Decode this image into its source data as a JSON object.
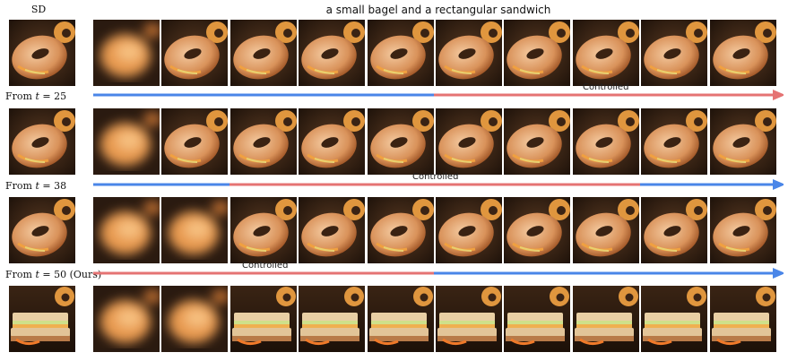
{
  "header": {
    "sd_label": "SD",
    "prompt_title": "a small bagel and a rectangular sandwich"
  },
  "rows": [
    {
      "label_prefix": "",
      "label_var": "",
      "label_suffix": "",
      "controlled_label": "",
      "frames": [
        "blur",
        "bagel",
        "bagel",
        "bagel",
        "bagel",
        "bagel",
        "bagel",
        "bagel",
        "bagel",
        "bagel"
      ]
    },
    {
      "label_prefix": "From ",
      "label_var": "t",
      "label_suffix": " = 25",
      "controlled_label": "Controlled",
      "frames": [
        "blur",
        "bagel",
        "bagel",
        "bagel",
        "bagel",
        "bagel",
        "bagel",
        "bagel",
        "bagel",
        "bagel"
      ]
    },
    {
      "label_prefix": "From ",
      "label_var": "t",
      "label_suffix": " = 38",
      "controlled_label": "Controlled",
      "frames": [
        "blur",
        "blur",
        "bagel",
        "bagel",
        "bagel",
        "bagel",
        "bagel",
        "bagel",
        "bagel",
        "bagel"
      ]
    },
    {
      "label_prefix": "From ",
      "label_var": "t",
      "label_suffix": " = 50 (Ours)",
      "controlled_label": "Controlled",
      "frames": [
        "blur",
        "blur",
        "sandwich",
        "sandwich",
        "sandwich",
        "sandwich",
        "sandwich",
        "sandwich",
        "sandwich",
        "sandwich"
      ]
    }
  ],
  "colors": {
    "controlled": "#e57373",
    "uncontrolled": "#4a86e8"
  }
}
